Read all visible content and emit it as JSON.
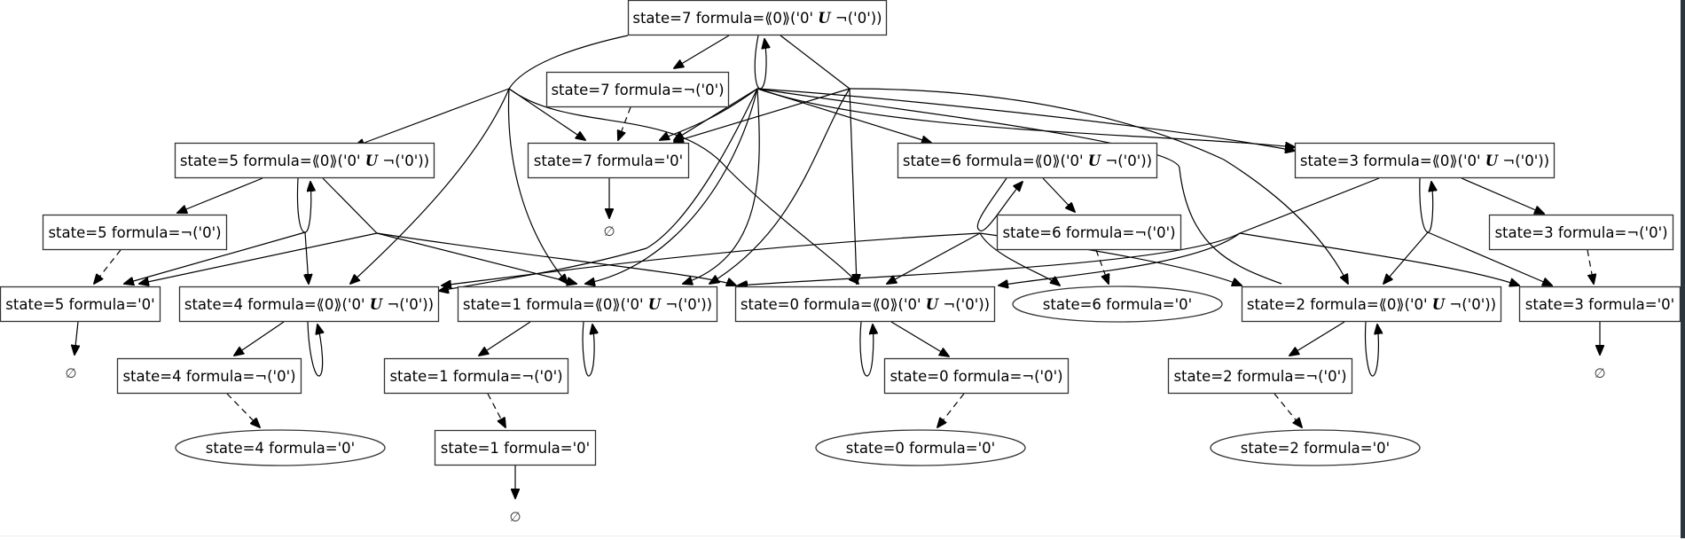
{
  "title": "Model checking graph for <<0>>('0' U not('0'))",
  "colors": {
    "stroke": "#333333",
    "background": "#ffffff",
    "strip": "#2b353b"
  },
  "empty_symbol": "∅",
  "nodes": [
    {
      "id": "s7U",
      "shape": "box",
      "prefix": "state=7 formula=⟪0⟫('0' ",
      "op": "U",
      "suffix": " ¬('0'))"
    },
    {
      "id": "s7N",
      "shape": "box",
      "text": "state=7 formula=¬('0')"
    },
    {
      "id": "s7Z",
      "shape": "box",
      "text": "state=7 formula='0'"
    },
    {
      "id": "s5U",
      "shape": "box",
      "prefix": "state=5 formula=⟪0⟫('0' ",
      "op": "U",
      "suffix": " ¬('0'))"
    },
    {
      "id": "s5N",
      "shape": "box",
      "text": "state=5 formula=¬('0')"
    },
    {
      "id": "s5Z",
      "shape": "box",
      "text": "state=5 formula='0'"
    },
    {
      "id": "s6U",
      "shape": "box",
      "prefix": "state=6 formula=⟪0⟫('0' ",
      "op": "U",
      "suffix": " ¬('0'))"
    },
    {
      "id": "s6N",
      "shape": "box",
      "text": "state=6 formula=¬('0')"
    },
    {
      "id": "s6Z",
      "shape": "ellipse",
      "text": "state=6 formula='0'"
    },
    {
      "id": "s3U",
      "shape": "box",
      "prefix": "state=3 formula=⟪0⟫('0' ",
      "op": "U",
      "suffix": " ¬('0'))"
    },
    {
      "id": "s3N",
      "shape": "box",
      "text": "state=3 formula=¬('0')"
    },
    {
      "id": "s3Z",
      "shape": "box",
      "text": "state=3 formula='0'"
    },
    {
      "id": "s4U",
      "shape": "box",
      "prefix": "state=4 formula=⟪0⟫('0' ",
      "op": "U",
      "suffix": " ¬('0'))"
    },
    {
      "id": "s4N",
      "shape": "box",
      "text": "state=4 formula=¬('0')"
    },
    {
      "id": "s4Z",
      "shape": "ellipse",
      "text": "state=4 formula='0'"
    },
    {
      "id": "s1U",
      "shape": "box",
      "prefix": "state=1 formula=⟪0⟫('0' ",
      "op": "U",
      "suffix": " ¬('0'))"
    },
    {
      "id": "s1N",
      "shape": "box",
      "text": "state=1 formula=¬('0')"
    },
    {
      "id": "s1Z",
      "shape": "box",
      "text": "state=1 formula='0'"
    },
    {
      "id": "s0U",
      "shape": "box",
      "prefix": "state=0 formula=⟪0⟫('0' ",
      "op": "U",
      "suffix": " ¬('0'))"
    },
    {
      "id": "s0N",
      "shape": "box",
      "text": "state=0 formula=¬('0')"
    },
    {
      "id": "s0Z",
      "shape": "ellipse",
      "text": "state=0 formula='0'"
    },
    {
      "id": "s2U",
      "shape": "box",
      "prefix": "state=2 formula=⟪0⟫('0' ",
      "op": "U",
      "suffix": " ¬('0'))"
    },
    {
      "id": "s2N",
      "shape": "box",
      "text": "state=2 formula=¬('0')"
    },
    {
      "id": "s2Z",
      "shape": "ellipse",
      "text": "state=2 formula='0'"
    },
    {
      "id": "e7",
      "shape": "empty",
      "text": "∅"
    },
    {
      "id": "e5",
      "shape": "empty",
      "text": "∅"
    },
    {
      "id": "e1",
      "shape": "empty",
      "text": "∅"
    },
    {
      "id": "e3",
      "shape": "empty",
      "text": "∅"
    }
  ],
  "edges": [
    {
      "from": "s7U",
      "to": "s7N",
      "style": "solid"
    },
    {
      "from": "s7N",
      "to": "s7Z",
      "style": "dashed"
    },
    {
      "from": "s7U",
      "to": "s7U",
      "style": "solid",
      "kind": "loop"
    },
    {
      "from": "s7Z",
      "to": "e7",
      "style": "solid"
    },
    {
      "from": "s5U",
      "to": "s5N",
      "style": "solid"
    },
    {
      "from": "s5N",
      "to": "s5Z",
      "style": "dashed"
    },
    {
      "from": "s5U",
      "to": "s5U",
      "style": "solid",
      "kind": "loop"
    },
    {
      "from": "s5Z",
      "to": "e5",
      "style": "solid"
    },
    {
      "from": "s6U",
      "to": "s6N",
      "style": "solid"
    },
    {
      "from": "s6N",
      "to": "s6Z",
      "style": "dashed"
    },
    {
      "from": "s6U",
      "to": "s6U",
      "style": "solid",
      "kind": "loop"
    },
    {
      "from": "s3U",
      "to": "s3N",
      "style": "solid"
    },
    {
      "from": "s3N",
      "to": "s3Z",
      "style": "dashed"
    },
    {
      "from": "s3U",
      "to": "s3U",
      "style": "solid",
      "kind": "loop"
    },
    {
      "from": "s3Z",
      "to": "e3",
      "style": "solid"
    },
    {
      "from": "s4U",
      "to": "s4N",
      "style": "solid"
    },
    {
      "from": "s4N",
      "to": "s4Z",
      "style": "dashed"
    },
    {
      "from": "s4U",
      "to": "s4U",
      "style": "solid",
      "kind": "loop"
    },
    {
      "from": "s1U",
      "to": "s1N",
      "style": "solid"
    },
    {
      "from": "s1N",
      "to": "s1Z",
      "style": "dashed"
    },
    {
      "from": "s1U",
      "to": "s1U",
      "style": "solid",
      "kind": "loop"
    },
    {
      "from": "s1Z",
      "to": "e1",
      "style": "solid"
    },
    {
      "from": "s0U",
      "to": "s0N",
      "style": "solid"
    },
    {
      "from": "s0N",
      "to": "s0Z",
      "style": "dashed"
    },
    {
      "from": "s0U",
      "to": "s0U",
      "style": "solid",
      "kind": "loop"
    },
    {
      "from": "s2U",
      "to": "s2N",
      "style": "solid"
    },
    {
      "from": "s2N",
      "to": "s2Z",
      "style": "dashed"
    },
    {
      "from": "s2U",
      "to": "s2U",
      "style": "solid",
      "kind": "loop"
    }
  ]
}
